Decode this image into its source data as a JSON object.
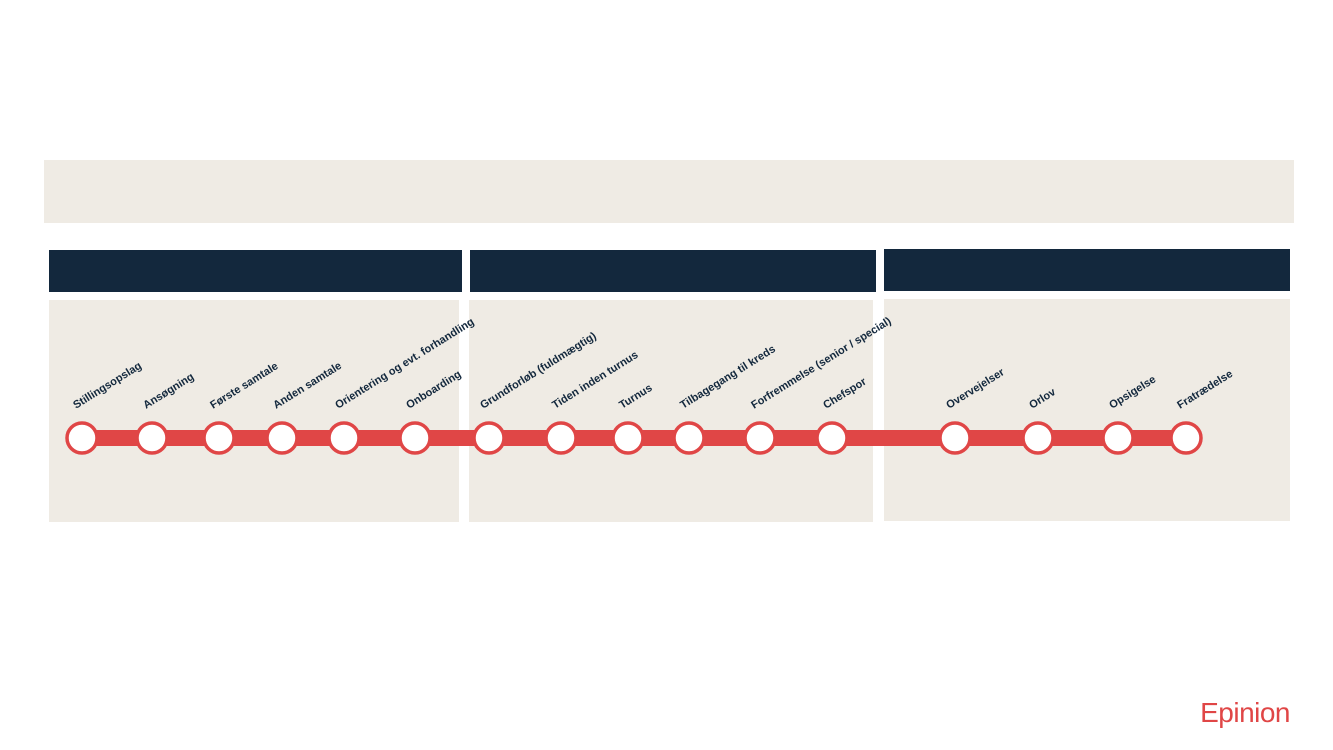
{
  "colors": {
    "track": "#e04646",
    "node_fill": "#ffffff",
    "header": "#13283d",
    "panel": "#efebe4",
    "label": "#13283d",
    "brand": "#e04646"
  },
  "stages": [
    "Stillingsopslag",
    "Ansøgning",
    "Første samtale",
    "Anden samtale",
    "Orientering og evt. forhandling",
    "Onboarding",
    "Grundforløb (fuldmægtig)",
    "Tiden inden turnus",
    "Turnus",
    "Tilbagegang til kreds",
    "Forfremmelse (senior / special)",
    "Chefspor",
    "Overvejelser",
    "Orlov",
    "Opsigelse",
    "Fratrædelse"
  ],
  "brand": {
    "name": "Epinion"
  }
}
